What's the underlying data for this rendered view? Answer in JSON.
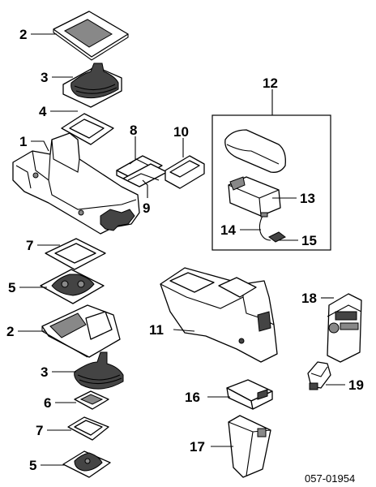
{
  "callouts": {
    "c1": "1",
    "c2a": "2",
    "c2b": "2",
    "c3a": "3",
    "c3b": "3",
    "c4": "4",
    "c5a": "5",
    "c5b": "5",
    "c6": "6",
    "c7a": "7",
    "c7b": "7",
    "c8": "8",
    "c9": "9",
    "c10": "10",
    "c11": "11",
    "c12": "12",
    "c13": "13",
    "c14": "14",
    "c15": "15",
    "c16": "16",
    "c17": "17",
    "c18": "18",
    "c19": "19"
  },
  "reference_code": "057-01954"
}
